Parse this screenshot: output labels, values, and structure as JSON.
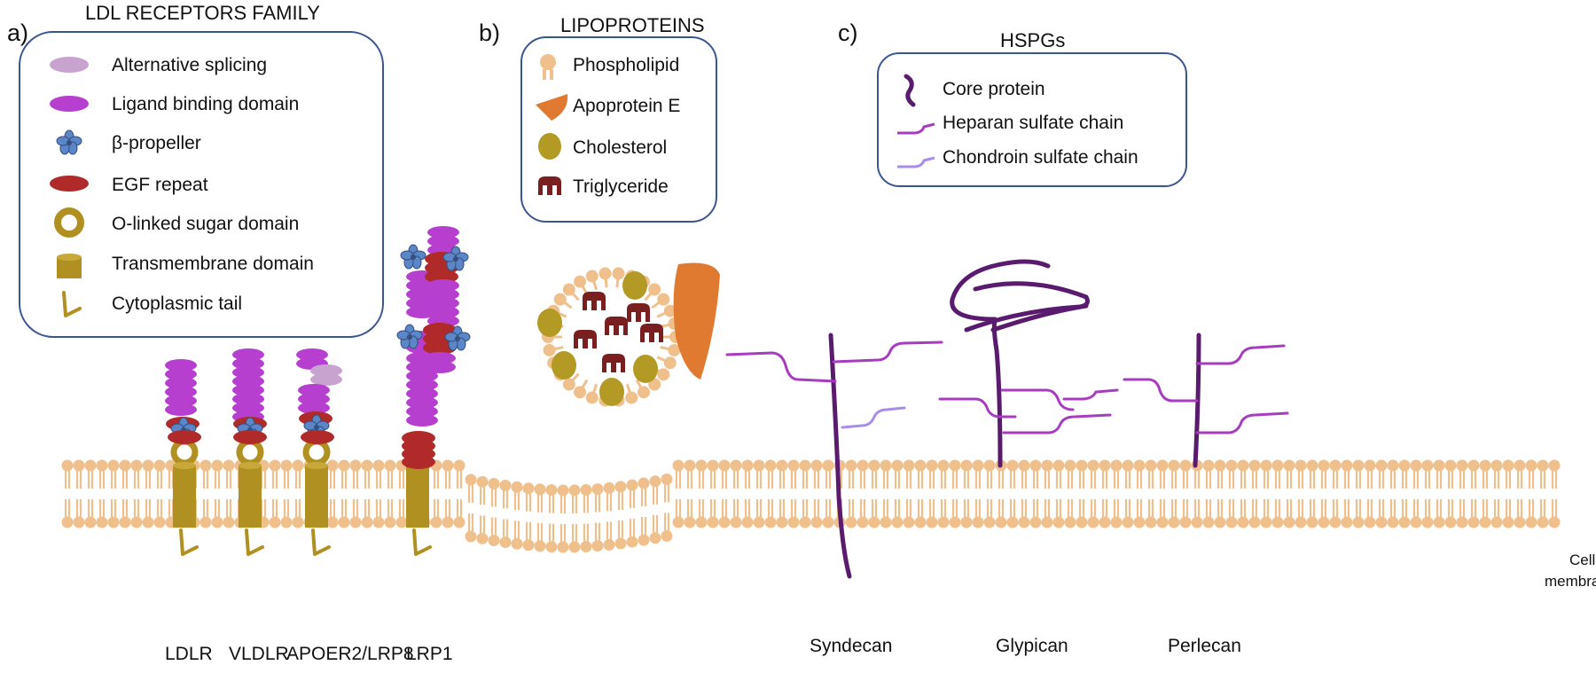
{
  "panels": {
    "a": {
      "letter": "a)",
      "title": "LDL RECEPTORS FAMILY",
      "legend": [
        {
          "icon": "alternative-splicing-icon",
          "label": "Alternative splicing",
          "color": "#c9a3cf"
        },
        {
          "icon": "ligand-binding-domain-icon",
          "label": "Ligand binding domain",
          "color": "#b63fd0"
        },
        {
          "icon": "beta-propeller-icon",
          "label": "β-propeller",
          "color": "#5b86c8"
        },
        {
          "icon": "egf-repeat-icon",
          "label": "EGF repeat",
          "color": "#b02a2a"
        },
        {
          "icon": "o-linked-sugar-domain-icon",
          "label": "O-linked sugar domain",
          "color": "#b09020"
        },
        {
          "icon": "transmembrane-domain-icon",
          "label": "Transmembrane domain",
          "color": "#b09020"
        },
        {
          "icon": "cytoplasmic-tail-icon",
          "label": "Cytoplasmic tail",
          "color": "#b09020"
        }
      ],
      "receptors": [
        "LDLR",
        "VLDLR",
        "APOER2/LRP8",
        "LRP1"
      ]
    },
    "b": {
      "letter": "b)",
      "title": "LIPOPROTEINS",
      "legend": [
        {
          "icon": "phospholipid-icon",
          "label": "Phospholipid",
          "color": "#f0c08c"
        },
        {
          "icon": "apoprotein-e-icon",
          "label": "Apoprotein E",
          "color": "#e07a30"
        },
        {
          "icon": "cholesterol-icon",
          "label": "Cholesterol",
          "color": "#b29a25"
        },
        {
          "icon": "triglyceride-icon",
          "label": "Triglyceride",
          "color": "#7a1f1f"
        }
      ]
    },
    "c": {
      "letter": "c)",
      "title": "HSPGs",
      "legend": [
        {
          "icon": "core-protein-icon",
          "label": "Core protein",
          "color": "#5a1a6e"
        },
        {
          "icon": "heparan-sulfate-chain-icon",
          "label": "Heparan sulfate chain",
          "color": "#a83cc0"
        },
        {
          "icon": "chondroin-sulfate-chain-icon",
          "label": "Chondroin sulfate chain",
          "color": "#a98be8"
        }
      ],
      "proteoglycans": [
        "Syndecan",
        "Glypican",
        "Perlecan"
      ]
    }
  },
  "membrane": {
    "label_line1": "Cell",
    "label_line2": "membrane",
    "color": "#f0c08c"
  }
}
